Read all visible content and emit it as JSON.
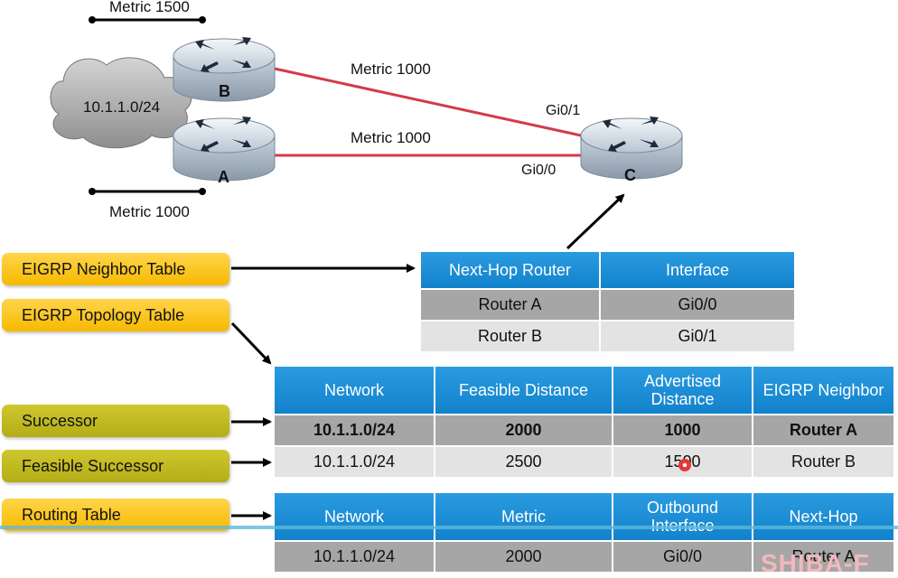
{
  "diagram": {
    "metric_top": "Metric 1500",
    "metric_b_c": "Metric 1000",
    "metric_a_c": "Metric 1000",
    "metric_bottom": "Metric 1000",
    "cloud_network": "10.1.1.0/24",
    "router_b": "B",
    "router_a": "A",
    "router_c": "C",
    "iface_gi01": "Gi0/1",
    "iface_gi00": "Gi0/0",
    "link_color": "#d33a4a"
  },
  "labels": {
    "neighbor_table": "EIGRP Neighbor Table",
    "topology_table": "EIGRP Topology Table",
    "successor": "Successor",
    "feasible_successor": "Feasible Successor",
    "routing_table": "Routing Table"
  },
  "neighbor_table": {
    "headers": [
      "Next-Hop Router",
      "Interface"
    ],
    "rows": [
      [
        "Router A",
        "Gi0/0"
      ],
      [
        "Router B",
        "Gi0/1"
      ]
    ]
  },
  "topology_table": {
    "headers": [
      "Network",
      "Feasible Distance",
      "Advertised Distance",
      "EIGRP Neighbor"
    ],
    "rows": [
      [
        "10.1.1.0/24",
        "2000",
        "1000",
        "Router A"
      ],
      [
        "10.1.1.0/24",
        "2500",
        "1500",
        "Router B"
      ]
    ]
  },
  "routing_table": {
    "headers": [
      "Network",
      "Metric",
      "Outbound Interface",
      "Next-Hop"
    ],
    "rows": [
      [
        "10.1.1.0/24",
        "2000",
        "Gi0/0",
        "Router A"
      ]
    ]
  },
  "watermark": "SHIBA-F"
}
